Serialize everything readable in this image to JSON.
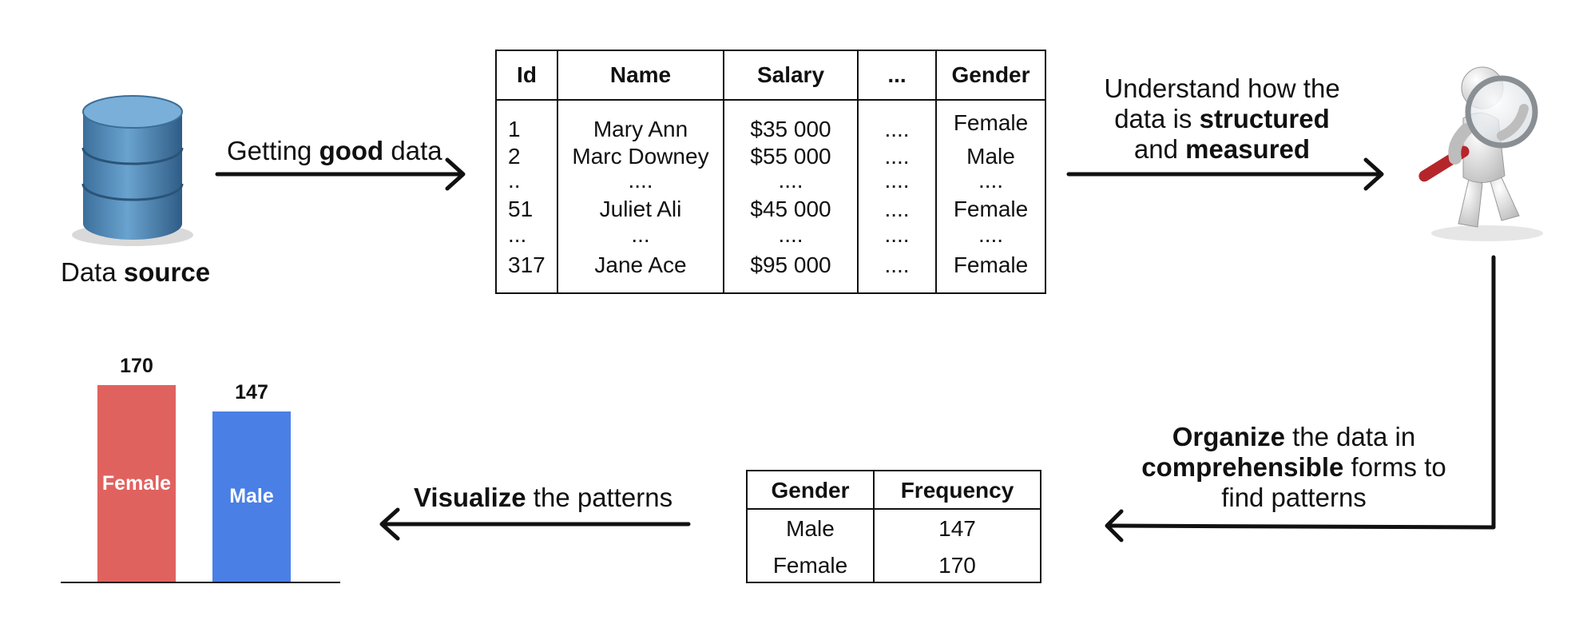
{
  "source": {
    "label_pre": "Data ",
    "label_bold": "source"
  },
  "step1": {
    "pre": "Getting ",
    "bold": "good",
    "post": " data"
  },
  "step2": {
    "line1": "Understand how the",
    "line2_pre": "data is ",
    "line2_bold": "structured",
    "line3_pre": "and ",
    "line3_bold": "measured"
  },
  "step3": {
    "line1_bold": "Organize",
    "line1_post": " the data in",
    "line2_bold": "comprehensible",
    "line2_post": " forms to",
    "line3": "find patterns"
  },
  "step4": {
    "bold": "Visualize",
    "post": " the patterns"
  },
  "table": {
    "headers": [
      "Id",
      "Name",
      "Salary",
      "...",
      "Gender"
    ],
    "rows": [
      [
        "1",
        "Mary Ann",
        "$35 000",
        "....",
        "Female"
      ],
      [
        "2",
        "Marc Downey",
        "$55 000",
        "....",
        "Male"
      ],
      [
        "..",
        "....",
        "....",
        "....",
        "...."
      ],
      [
        "51",
        "Juliet Ali",
        "$45 000",
        "....",
        "Female"
      ],
      [
        "...",
        "...",
        "....",
        "....",
        "...."
      ],
      [
        "317",
        "Jane Ace",
        "$95 000",
        "....",
        "Female"
      ]
    ]
  },
  "freq_table": {
    "headers": [
      "Gender",
      "Frequency"
    ],
    "rows": [
      [
        "Male",
        "147"
      ],
      [
        "Female",
        "170"
      ]
    ]
  },
  "chart_data": {
    "type": "bar",
    "categories": [
      "Female",
      "Male"
    ],
    "values": [
      170,
      147
    ],
    "colors": [
      "#e0625f",
      "#4a7fe6"
    ],
    "ylim": [
      0,
      170
    ]
  },
  "icons": {
    "database": "database-icon",
    "magnifier": "magnifier-figure-icon"
  }
}
